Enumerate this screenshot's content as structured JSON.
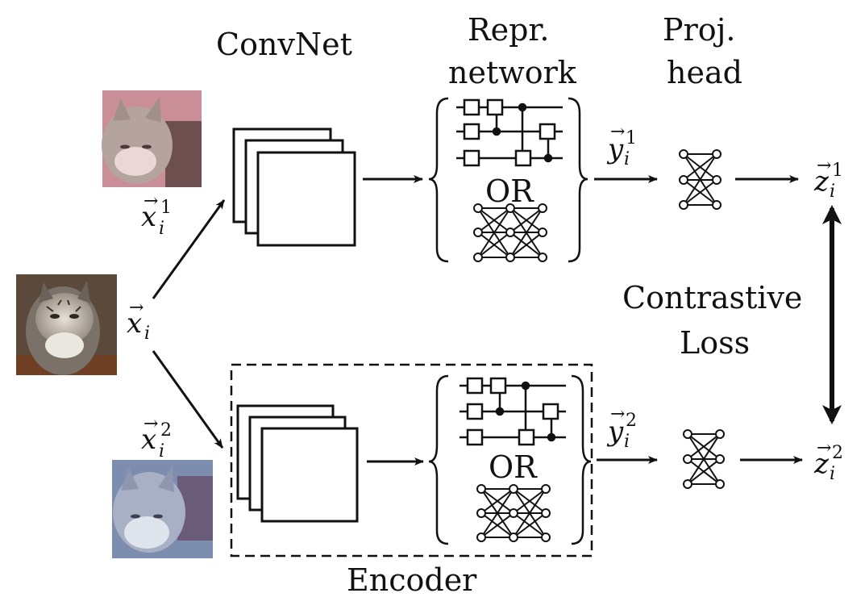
{
  "labels": {
    "convnet": "ConvNet",
    "repr_line1": "Repr.",
    "repr_line2": "network",
    "proj_line1": "Proj.",
    "proj_line2": "head",
    "contrastive_line1": "Contrastive",
    "contrastive_line2": "Loss",
    "encoder": "Encoder",
    "or_top": "OR",
    "or_bottom": "OR"
  },
  "math": {
    "x_base": "x",
    "x_sub": "i",
    "x1_sup": "1",
    "x2_sup": "2",
    "y_base": "y",
    "y1_sup": "1",
    "y2_sup": "2",
    "z_base": "z",
    "z1_sup": "1",
    "z2_sup": "2",
    "vector_mark": "→"
  },
  "images": {
    "original": "cat-photo",
    "augmented_top": "cat-photo-pink-tint",
    "augmented_bottom": "cat-photo-blue-tint"
  },
  "colors": {
    "ink": "#111111",
    "top_tint": "#c98e97",
    "bottom_tint": "#7d8db0",
    "fur": "#8c8378",
    "background_ground": "#5b4a3c"
  }
}
